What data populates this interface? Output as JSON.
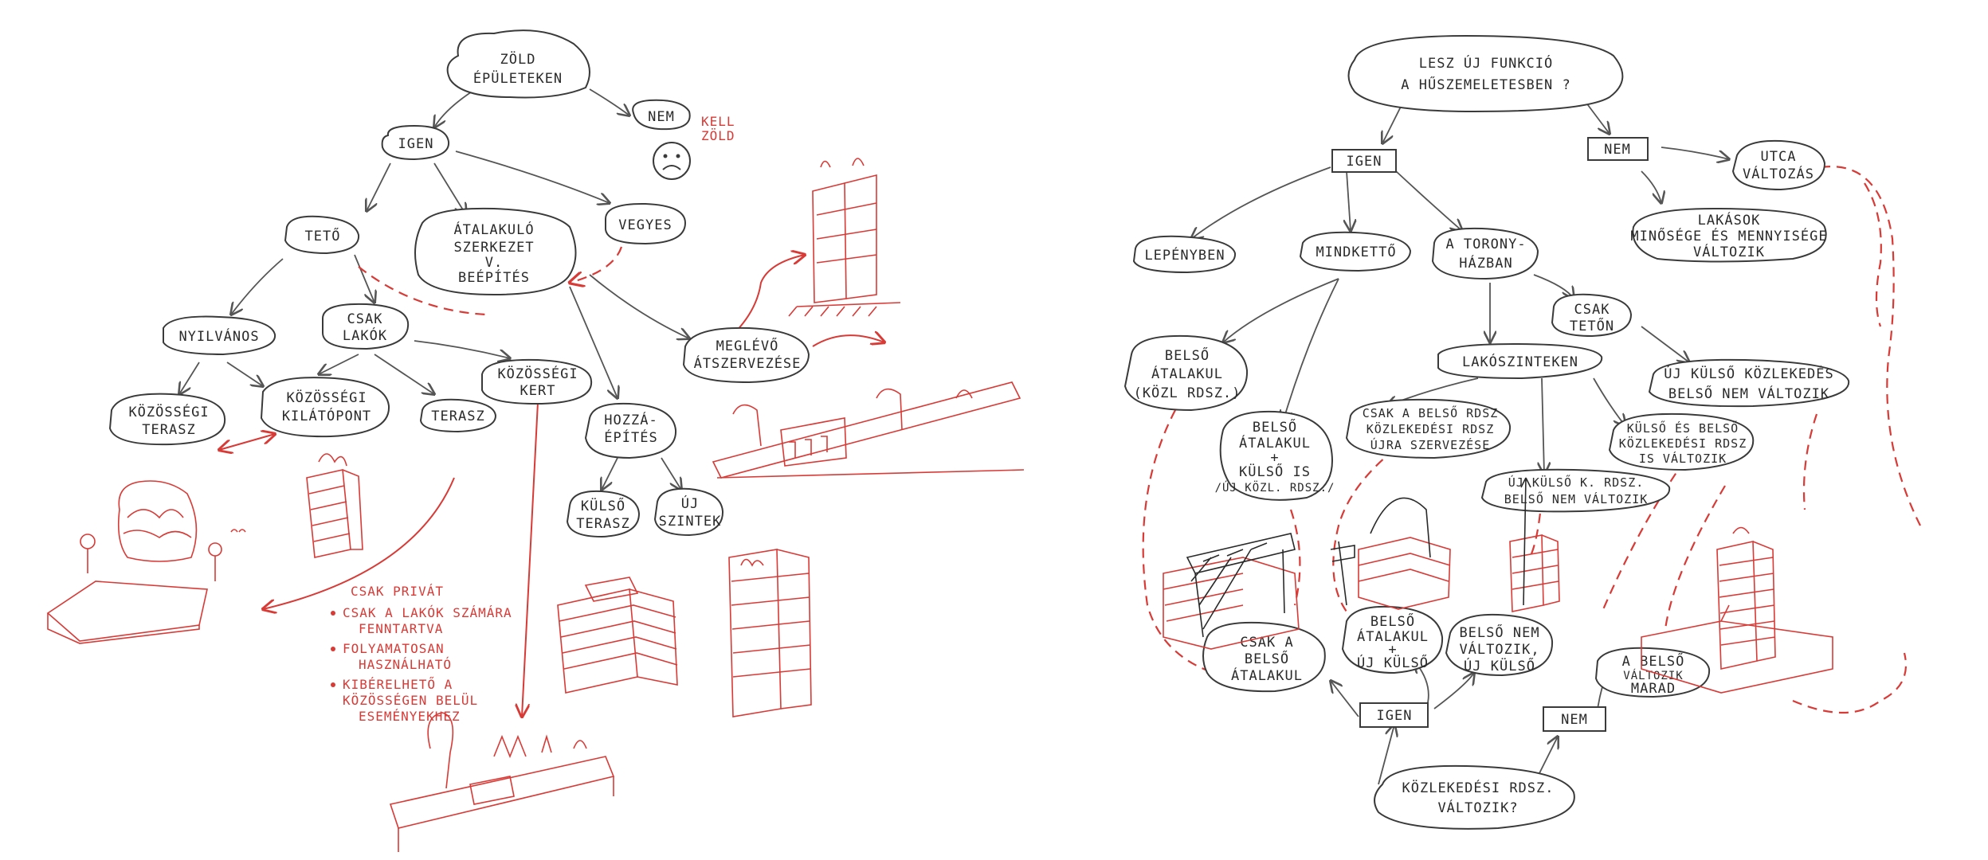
{
  "colors": {
    "ink": "#2a2a2a",
    "red": "#d83a36",
    "paper": "#ffffff"
  },
  "left": {
    "root": [
      "ZÖLD",
      "ÉPÜLETEKEN"
    ],
    "nem": "NEM",
    "kell_zold": [
      "KELL",
      "ZÖLD"
    ],
    "igen": "IGEN",
    "teto": "TETŐ",
    "atalakulo": [
      "ÁTALAKULÓ",
      "SZERKEZET",
      "V.",
      "BEÉPÍTÉS"
    ],
    "vegyes": "VEGYES",
    "nyilvanos": "NYILVÁNOS",
    "csak_lakok": [
      "CSAK",
      "LAKÓK"
    ],
    "kozossegi_kert": [
      "KÖZÖSSÉGI",
      "KERT"
    ],
    "meglevo": [
      "MEGLÉVŐ",
      "ÁTSZERVEZÉSE"
    ],
    "kozossegi_terasz": [
      "KÖZÖSSÉGI",
      "TERASZ"
    ],
    "kozossegi_kilato": [
      "KÖZÖSSÉGI",
      "KILÁTÓPONT"
    ],
    "terasz": "TERASZ",
    "hozzaepites": [
      "HOZZÁ-",
      "ÉPÍTÉS"
    ],
    "kulso_terasz": [
      "KÜLSŐ",
      "TERASZ"
    ],
    "uj_szintek": [
      "ÚJ",
      "SZINTEK"
    ],
    "notes": [
      "CSAK PRIVÁT",
      "CSAK A LAKÓK SZÁMÁRA",
      "FENNTARTVA",
      "FOLYAMATOSAN",
      "HASZNÁLHATÓ",
      "KIBÉRELHETŐ A",
      "KÖZÖSSÉGEN BELÜL",
      "ESEMÉNYEKHEZ"
    ]
  },
  "right": {
    "root": [
      "LESZ ÚJ FUNKCIÓ",
      "A HŰSZEMELETESBEN ?"
    ],
    "igen": "IGEN",
    "nem": "NEM",
    "utcakep": [
      "UTCA",
      "VÁLTOZÁS"
    ],
    "lepenyben": "LEPÉNYBEN",
    "mindketto": "MINDKETTŐ",
    "toronyhazban": [
      "A TORONY-",
      "HÁZBAN"
    ],
    "lakasok": [
      "LAKÁSOK",
      "MINŐSÉGE ÉS MENNYISÉGE",
      "VÁLTOZIK"
    ],
    "csak_teton": [
      "CSAK",
      "TETŐN"
    ],
    "belso_atalakul": [
      "BELSŐ",
      "ÁTALAKUL",
      "(KÖZL RDSZ.)"
    ],
    "lakoszinteken": "LAKÓSZINTEKEN",
    "uj_kulso_kozlekedes": [
      "ÚJ KÜLSŐ KÖZLEKEDÉS",
      "BELSŐ NEM VÁLTOZIK"
    ],
    "belso_atalakul_kulso": [
      "BELSŐ",
      "ÁTALAKUL",
      "+",
      "KÜLSŐ IS",
      "/ÚJ KÖZL. RDSZ./"
    ],
    "csak_belso_kozl": [
      "CSAK A BELSŐ RDSZ",
      "KÖZLEKEDÉSI RDSZ",
      "ÚJRA SZERVEZÉSE"
    ],
    "kulso_es_belso": [
      "KÜLSŐ ÉS BELSŐ",
      "KÖZLEKEDÉSI RDSZ",
      "IS VÁLTOZIK"
    ],
    "uj_kulso_k_rdsz": [
      "ÚJ KÜLSŐ K. RDSZ.",
      "BELSŐ NEM VÁLTOZIK"
    ],
    "csak_a_belso_atalakul": [
      "CSAK A",
      "BELSŐ",
      "ÁTALAKUL"
    ],
    "belso_atalakul_uj_kulso": [
      "BELSŐ",
      "ÁTALAKUL",
      "+",
      "ÚJ KÜLSŐ"
    ],
    "belso_nem_valtozik": [
      "BELSŐ NEM",
      "VÁLTOZIK,",
      "ÚJ KÜLSŐ"
    ],
    "a_belso_valtozatlan": [
      "A BELSŐ",
      "VÁLTOZIK",
      "MARAD"
    ],
    "bottom_igen": "IGEN",
    "bottom_nem": "NEM",
    "kozlekedesi": [
      "KÖZLEKEDÉSI RDSZ.",
      "VÁLTOZIK?"
    ]
  }
}
